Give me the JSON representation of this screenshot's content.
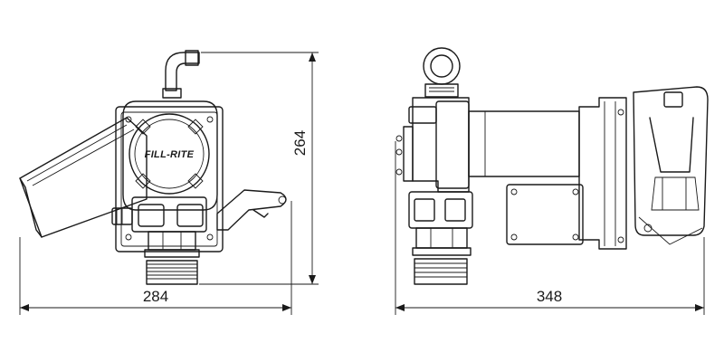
{
  "front_view": {
    "brand_label": "FILL-RITE",
    "width_dimension": "284",
    "height_dimension": "264"
  },
  "side_view": {
    "length_dimension": "348"
  },
  "colors": {
    "line": "#1a1a1a",
    "background": "#ffffff"
  }
}
